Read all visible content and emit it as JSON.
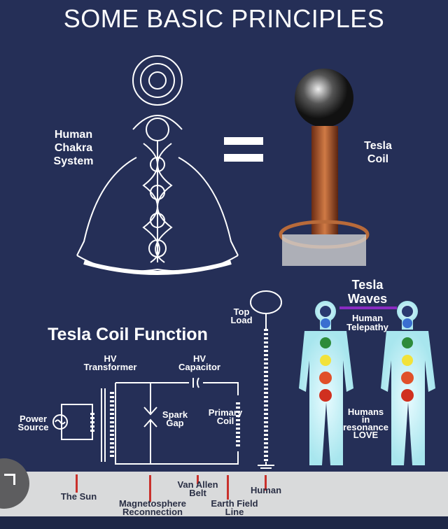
{
  "title": "SOME BASIC PRINCIPLES",
  "top": {
    "left_label": "Human Chakra System",
    "equals_sign": "=",
    "right_label": "Tesla Coil"
  },
  "circuit": {
    "heading": "Tesla Coil Function",
    "top_load": "Top Load",
    "hv_transformer": "HV Transformer",
    "hv_capacitor": "HV Capacitor",
    "power_source": "Power Source",
    "spark_gap": "Spark Gap",
    "primary_coil": "Primary Coil"
  },
  "humans": {
    "tesla": "Tesla",
    "waves": "Waves",
    "telepathy": "Human Telepathy",
    "resonance": [
      "Humans",
      "in",
      "resonance",
      "LOVE"
    ],
    "chakra_colors": [
      "#3a6fd0",
      "#2e8b3a",
      "#f2e23a",
      "#e0502a",
      "#d0301f"
    ],
    "waves_underline_color": "#8a2bc2"
  },
  "scale": {
    "items": [
      "The Sun",
      "Magnetosphere Reconnection",
      "Van Allen Belt",
      "Earth Field Line",
      "Human"
    ],
    "marker_color": "#c9302c"
  }
}
